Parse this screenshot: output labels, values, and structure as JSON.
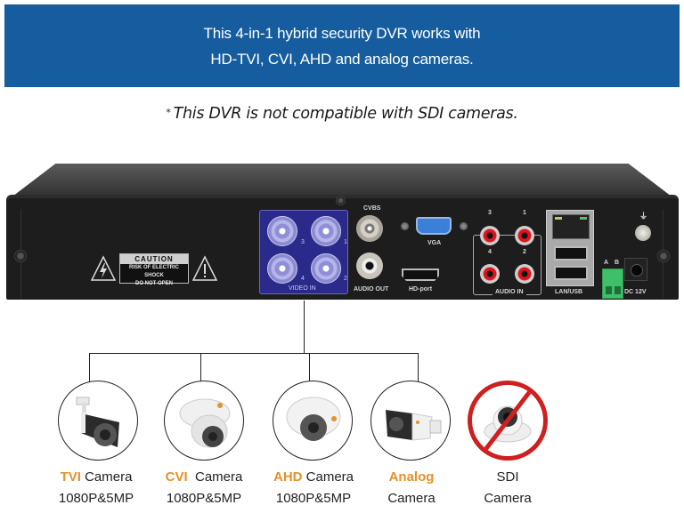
{
  "banner": {
    "line1": "This 4-in-1 hybrid security DVR works with",
    "line2": "HD-TVI, CVI, AHD and analog cameras.",
    "background": "#155d9e"
  },
  "note": {
    "star": "*",
    "text": "This DVR is not compatible with SDI cameras."
  },
  "dvr": {
    "caution": {
      "title": "CAUTION",
      "line1": "RISK OF ELECTRIC SHOCK",
      "line2": "DO NOT OPEN"
    },
    "video_in": {
      "label": "VIDEO IN",
      "ports": [
        "3",
        "1",
        "4",
        "2"
      ]
    },
    "cvbs_label": "CVBS",
    "audio_out_label": "AUDIO OUT",
    "vga_label": "VGA",
    "hd_port_label": "HD-port",
    "audio_in": {
      "label": "AUDIO IN",
      "ports": [
        "3",
        "1",
        "4",
        "2"
      ]
    },
    "lan_usb_label": "LAN/USB",
    "terminal_labels": [
      "A",
      "B"
    ],
    "dc_label": "DC 12V",
    "ground_symbol": "⏚"
  },
  "cameras": [
    {
      "accent": "TVI",
      "type": "Camera",
      "spec": "1080P&5MP",
      "icon": "bullet-camera",
      "compatible": true
    },
    {
      "accent": "CVI",
      "type": "Camera",
      "spec": "1080P&5MP",
      "icon": "dome-camera",
      "compatible": true
    },
    {
      "accent": "AHD",
      "type": "Camera",
      "spec": "1080P&5MP",
      "icon": "dome-camera",
      "compatible": true
    },
    {
      "accent": "Analog",
      "type": "Camera",
      "spec": "",
      "icon": "bullet-camera",
      "compatible": true
    },
    {
      "accent": "",
      "name": "SDI",
      "type": "Camera",
      "spec": "",
      "icon": "dome-camera-prohibited",
      "compatible": false
    }
  ],
  "colors": {
    "accent_orange": "#e8902a",
    "prohibited_red": "#cf1f1f"
  }
}
